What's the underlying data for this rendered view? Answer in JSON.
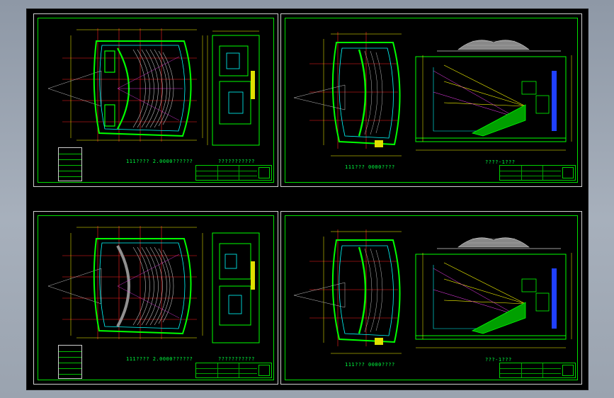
{
  "window": {
    "title": ""
  },
  "sheets": [
    {
      "id": "top-left",
      "captions": [
        {
          "key": "plan",
          "text": "111???? 2.0000?????? "
        },
        {
          "key": "side",
          "text": "??????????? "
        }
      ]
    },
    {
      "id": "top-right",
      "captions": [
        {
          "key": "plan",
          "text": "111??? 0000???? "
        },
        {
          "key": "section",
          "text": "????-1??? "
        }
      ]
    },
    {
      "id": "bottom-left",
      "captions": [
        {
          "key": "plan",
          "text": "111???? 2.0000?????? "
        },
        {
          "key": "side",
          "text": "??????????? "
        }
      ]
    },
    {
      "id": "bottom-right",
      "captions": [
        {
          "key": "plan",
          "text": "111??? 0000???? "
        },
        {
          "key": "section",
          "text": "???-1??? "
        }
      ]
    }
  ],
  "colors": {
    "background": "#000000",
    "frame": "#00e000",
    "axis": "#ff2020",
    "wall": "#00ff00",
    "seat": "#c0c0c0",
    "dim": "#ffff00",
    "cyan": "#00ffff",
    "magenta": "#ff40ff",
    "blue": "#2040ff"
  }
}
